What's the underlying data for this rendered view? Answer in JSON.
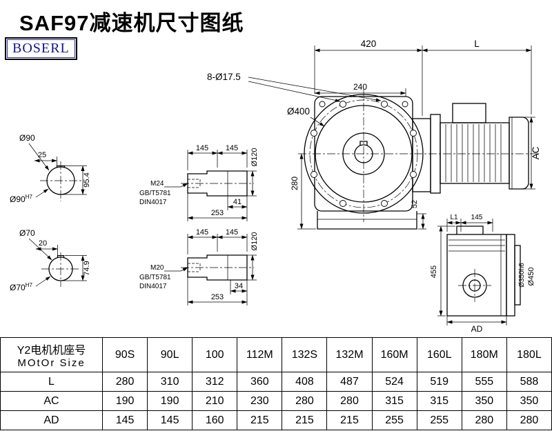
{
  "page": {
    "title": "SAF97减速机尺寸图纸",
    "logo": "BOSERL"
  },
  "drawing": {
    "bore_top": {
      "dia": "Ø90",
      "key_width": "25",
      "key_height": "95.4",
      "bore": "Ø90",
      "bore_tol": "H7"
    },
    "bore_bottom": {
      "dia": "Ø70",
      "key_width": "20",
      "key_height": "74.9",
      "bore": "Ø70",
      "bore_tol": "H7"
    },
    "shaft_top": {
      "len_a": "145",
      "len_b": "145",
      "dia": "Ø120",
      "thread": "M24",
      "std_gb": "GB/T5781",
      "std_din": "DIN4017",
      "thread_len": "41",
      "total_len": "253"
    },
    "shaft_bottom": {
      "len_a": "145",
      "len_b": "145",
      "dia": "Ø120",
      "thread": "M20",
      "std_gb": "GB/T5781",
      "std_din": "DIN4017",
      "thread_len": "34",
      "total_len": "253"
    },
    "front_view": {
      "width": "420",
      "motor_len": "L",
      "bolt_holes": "8-Ø17.5",
      "half_width": "240",
      "flange_dia": "Ø400",
      "height_below": "280",
      "foot_height": "52",
      "motor_dia": "AC"
    },
    "side_view": {
      "dim_l1": "L1",
      "dim_145": "145",
      "height": "455",
      "spigot_dia": "Ø350h6",
      "flange_dia": "Ø450",
      "dim_ad": "AD"
    }
  },
  "table": {
    "header_cn": "Y2电机机座号",
    "header_en": "MOtOr Size",
    "columns": [
      "90S",
      "90L",
      "100",
      "112M",
      "132S",
      "132M",
      "160M",
      "160L",
      "180M",
      "180L"
    ],
    "rows": [
      {
        "label": "L",
        "values": [
          "280",
          "310",
          "312",
          "360",
          "408",
          "487",
          "524",
          "519",
          "555",
          "588"
        ]
      },
      {
        "label": "AC",
        "values": [
          "190",
          "190",
          "210",
          "230",
          "280",
          "280",
          "315",
          "315",
          "350",
          "350"
        ]
      },
      {
        "label": "AD",
        "values": [
          "145",
          "145",
          "160",
          "215",
          "215",
          "215",
          "255",
          "255",
          "280",
          "280"
        ]
      }
    ]
  }
}
